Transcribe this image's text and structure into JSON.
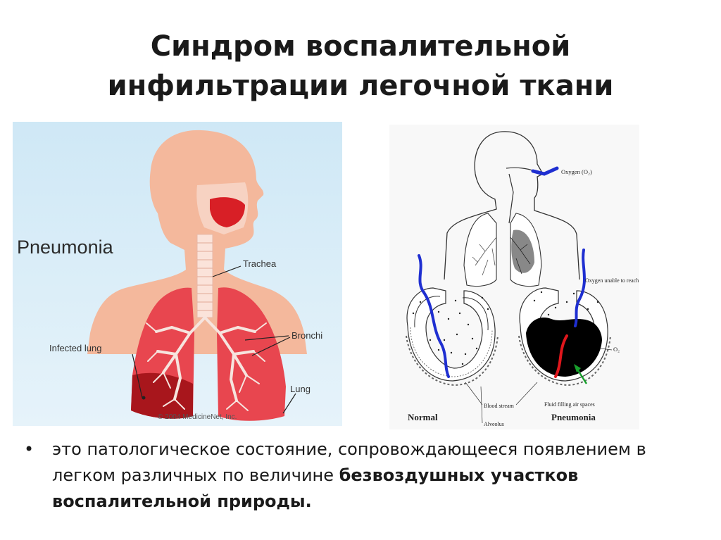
{
  "title": {
    "line1": "Синдром  воспалительной",
    "line2": "инфильтрации легочной ткани"
  },
  "left_figure": {
    "heading": "Pneumonia",
    "labels": {
      "trachea": "Trachea",
      "bronchi": "Bronchi",
      "infected_lung": "Infected lung",
      "lung": "Lung"
    },
    "copyright": "© 2004 MedicineNet, Inc.",
    "colors": {
      "background": "#d6ecf7",
      "skin": "#f4b89c",
      "lung": "#e8464f",
      "infected": "#a8161c"
    }
  },
  "right_figure": {
    "labels": {
      "oxygen": "Oxygen (O₂)",
      "oxygen_unable": "Oxygen unable to reach bloodstream",
      "o2": "O₂",
      "fluid": "Fluid filling air spaces",
      "blood_stream": "Blood stream",
      "alveolus": "Alveolus",
      "normal": "Normal",
      "pneumonia": "Pneumonia"
    },
    "colors": {
      "oxygen": "#1f2fd1",
      "blood": "#e0161c",
      "arrow": "#18a02c",
      "fluid": "#000000"
    }
  },
  "bullet": {
    "mark": "•",
    "text_regular": "это патологическое состояние, сопровождающееся появлением в легком различных по величине ",
    "text_bold": "безвоздушных участков воспалительной природы."
  }
}
